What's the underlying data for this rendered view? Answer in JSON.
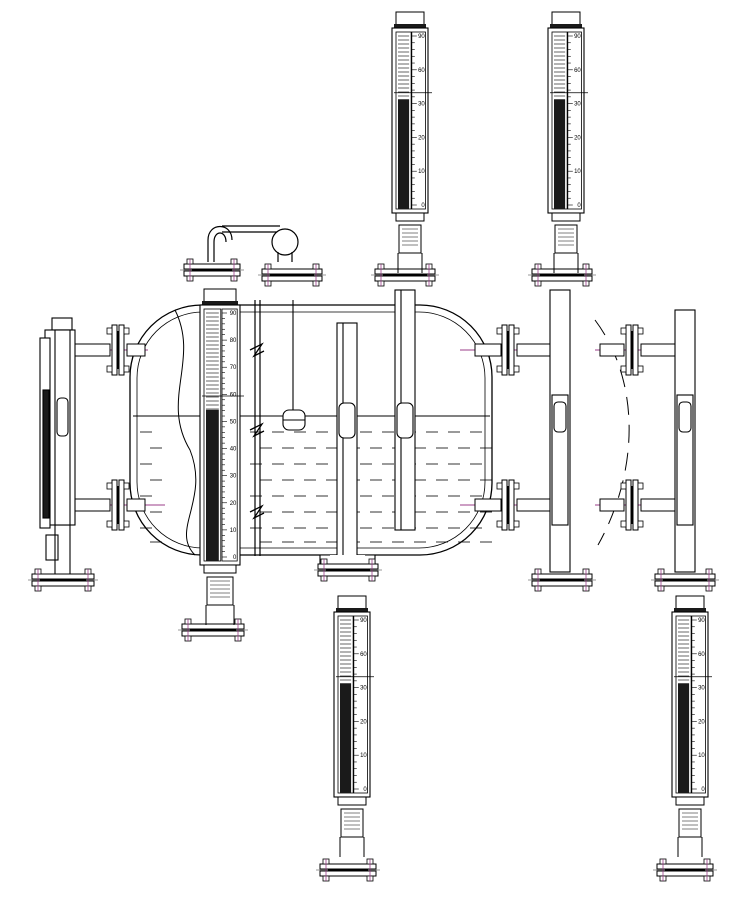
{
  "diagram": {
    "gauge_scale_labels": [
      "90",
      "60",
      "30",
      "20",
      "10",
      "0"
    ],
    "vessel_scale_labels": [
      "90",
      "80",
      "70",
      "60",
      "50",
      "40",
      "30",
      "20",
      "10",
      "0"
    ],
    "colors": {
      "line": "#000000",
      "background": "#ffffff",
      "connection_accent": "#9b3d8a",
      "float_column": "#1a1a1a"
    },
    "icons": [
      "flange-icon",
      "bolt-icon",
      "magnetic-float-icon",
      "break-line-icon",
      "junction-box-icon"
    ]
  }
}
